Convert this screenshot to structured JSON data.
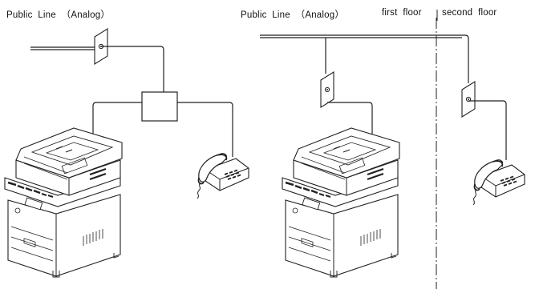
{
  "left_diagram": {
    "line_label": "Public  Line  （Analog）"
  },
  "right_diagram": {
    "line_label": "Public  Line  （Analog）",
    "first_floor_label": "first  floor",
    "second_floor_label": "second  floor"
  },
  "icons": {
    "wall_jack": "wall-jack-icon",
    "splitter": "splitter-box-icon",
    "telephone": "telephone-icon",
    "mfp": "multifunction-printer-icon"
  },
  "colors": {
    "line": "#222222",
    "fill": "#ffffff"
  }
}
